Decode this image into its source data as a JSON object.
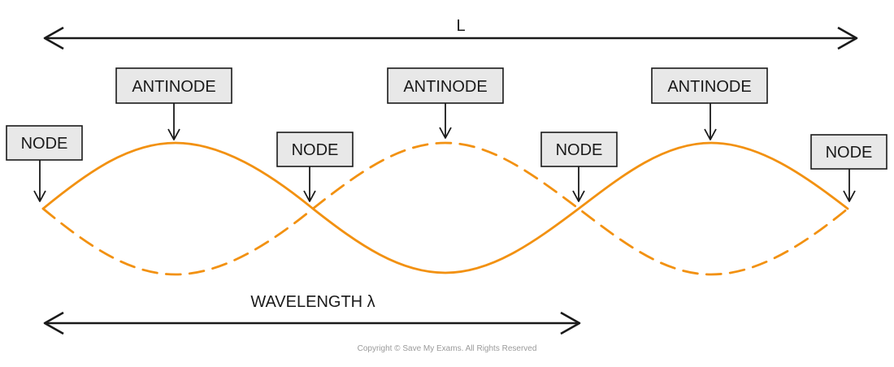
{
  "diagram": {
    "length_label": "L",
    "wavelength_label": "WAVELENGTH λ",
    "node_label": "NODE",
    "antinode_label": "ANTINODE",
    "wave_color": "#f29111",
    "line_color": "#1a1a1a",
    "box_fill": "#e8e8e8"
  },
  "copyright": "Copyright © Save My Exams. All Rights Reserved"
}
